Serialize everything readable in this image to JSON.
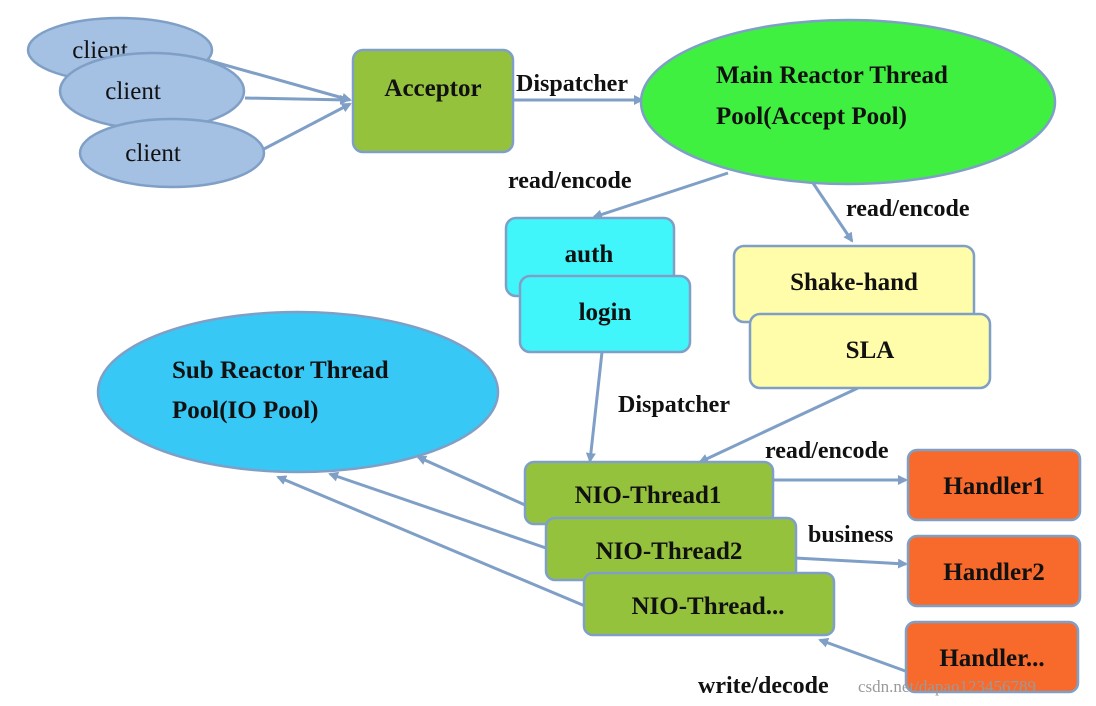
{
  "colors": {
    "client_fill": "#a4c0e2",
    "acceptor_fill": "#95c23d",
    "main_reactor_fill": "#40f040",
    "auth_fill": "#40f6fb",
    "shake_fill": "#fffcaa",
    "sub_reactor_fill": "#38c8f6",
    "nio_fill": "#95c23d",
    "handler_fill": "#f86a2c",
    "border": "#7f9fc6",
    "arrow": "#7f9fc6"
  },
  "nodes": {
    "client_1": "client",
    "client_2": "client",
    "client_3": "client",
    "acceptor": "Acceptor",
    "main_reactor_line1": "Main Reactor Thread",
    "main_reactor_line2": "Pool(Accept Pool)",
    "auth": "auth",
    "login": "login",
    "shake_hand": "Shake-hand",
    "sla": "SLA",
    "sub_reactor_line1": "Sub Reactor Thread",
    "sub_reactor_line2": "Pool(IO Pool)",
    "nio_thread_1": "NIO-Thread1",
    "nio_thread_2": "NIO-Thread2",
    "nio_thread_3": "NIO-Thread...",
    "handler_1": "Handler1",
    "handler_2": "Handler2",
    "handler_3": "Handler..."
  },
  "edge_labels": {
    "dispatcher_top": "Dispatcher",
    "read_encode_left": "read/encode",
    "read_encode_right": "read/encode",
    "dispatcher_mid": "Dispatcher",
    "read_encode_handler": "read/encode",
    "business": "business",
    "write_decode": "write/decode"
  },
  "watermark": "csdn.net/dapao123456789"
}
